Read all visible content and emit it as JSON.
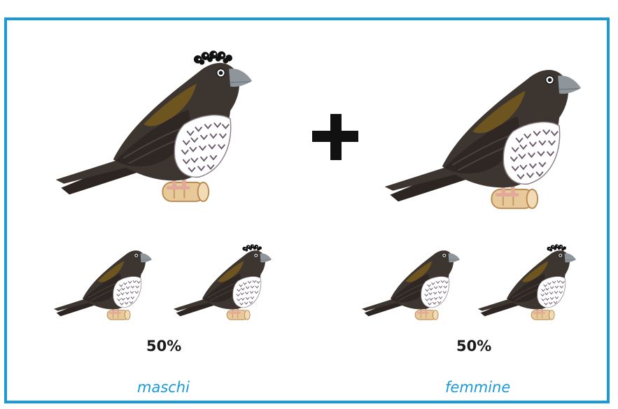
{
  "parents": {
    "left": {
      "icon": "crested-bird-icon"
    },
    "operator": {
      "symbol": "+",
      "icon": "plus-icon"
    },
    "right": {
      "icon": "plain-bird-icon"
    }
  },
  "offspring": {
    "left_group": {
      "percent": "50%",
      "label": "maschi",
      "icons": [
        "plain-bird-icon",
        "crested-bird-icon"
      ]
    },
    "right_group": {
      "percent": "50%",
      "label": "femmine",
      "icons": [
        "plain-bird-icon",
        "crested-bird-icon"
      ]
    }
  },
  "colors": {
    "border": "#1a9ad9",
    "label": "#1a9ad9",
    "body": "#3d3530",
    "wing_patch": "#6e5520",
    "breast": "#ffffff",
    "beak": "#8e969c",
    "perch": "#e8c99a",
    "legs": "#e0a99a"
  }
}
